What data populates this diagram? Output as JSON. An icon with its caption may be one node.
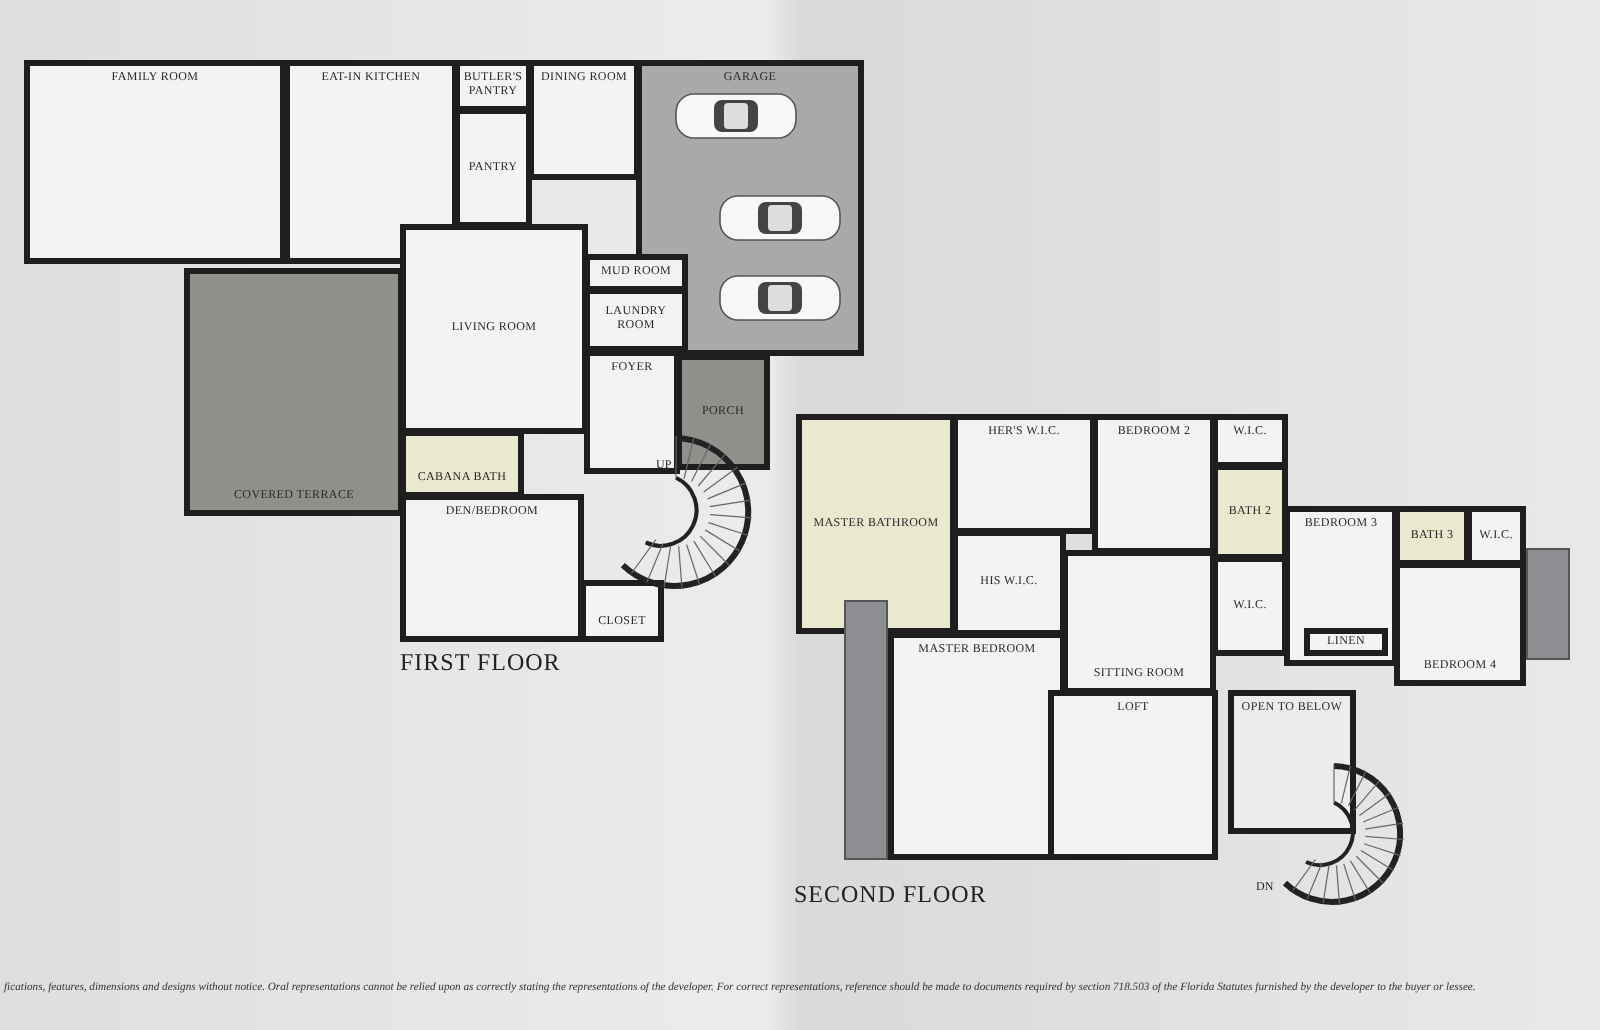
{
  "diagram": {
    "nodes": [
      {
        "text": [
          "FAMILY ROOM"
        ]
      },
      {
        "text": [
          "EAT-IN KITCHEN"
        ]
      },
      {
        "text": [
          "BUTLER'S PANTRY"
        ]
      },
      {
        "text": [
          "PANTRY"
        ]
      },
      {
        "text": [
          "DINING ROOM"
        ]
      },
      {
        "text": [
          "GARAGE"
        ]
      },
      {
        "text": [
          "COVERED TERRACE"
        ]
      },
      {
        "text": [
          "LIVING ROOM"
        ]
      },
      {
        "text": [
          "MUD ROOM"
        ]
      },
      {
        "text": [
          "LAUNDRY ROOM"
        ]
      },
      {
        "text": [
          "FOYER"
        ]
      },
      {
        "text": [
          "PORCH"
        ]
      },
      {
        "text": [
          "CABANA BATH"
        ]
      },
      {
        "text": [
          "DEN/BEDROOM"
        ]
      },
      {
        "text": [
          "CLOSET"
        ]
      },
      {
        "text": [
          "MASTER BATHROOM"
        ]
      },
      {
        "text": [
          "HER'S W.I.C."
        ]
      },
      {
        "text": [
          "BEDROOM 2"
        ]
      },
      {
        "text": [
          "W.I.C."
        ]
      },
      {
        "text": [
          "BATH 2"
        ]
      },
      {
        "text": [
          "HIS W.I.C."
        ]
      },
      {
        "text": [
          "W.I.C."
        ]
      },
      {
        "text": [
          "SITTING ROOM"
        ]
      },
      {
        "text": [
          "BEDROOM 3"
        ]
      },
      {
        "text": [
          "BATH 3"
        ]
      },
      {
        "text": [
          "W.I.C."
        ]
      },
      {
        "text": [
          "LINEN"
        ],
        "in": 23
      },
      {
        "text": [
          "BEDROOM 4"
        ]
      },
      {
        "text": [
          "MASTER BEDROOM"
        ]
      },
      {
        "text": [
          "LOFT"
        ]
      },
      {
        "text": [
          "OPEN TO BELOW"
        ]
      },
      {
        "text": [],
        "shape": "box"
      },
      {
        "text": [],
        "shape": "box"
      }
    ],
    "labels": [
      "UP",
      "FIRST FLOOR",
      "DN",
      "SECOND FLOOR",
      "fications, features, dimensions and designs without notice. Oral representations cannot be relied upon as correctly stating the representations of the developer. For correct representations, reference should be made to documents required by section 718.503 of the Florida Statutes furnished by the developer to the buyer or lessee."
    ]
  }
}
